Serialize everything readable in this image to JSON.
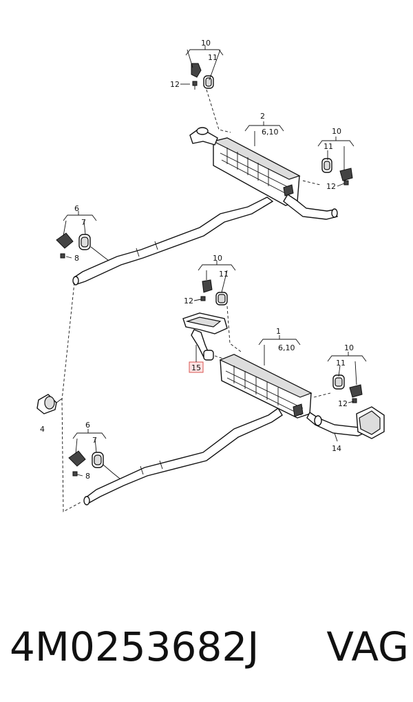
{
  "labels": {
    "l10a": "10",
    "l11a": "11",
    "l12a": "12",
    "l2": "2",
    "l2sub": "6,10",
    "l10b": "10",
    "l11b": "11",
    "l12b": "12",
    "l6a": "6",
    "l7a": "7",
    "l8a": "8",
    "l10c": "10",
    "l11c": "11",
    "l12c": "12",
    "l1": "1",
    "l1sub": "6,10",
    "l15": "15",
    "l10d": "10",
    "l11d": "11",
    "l12d": "12",
    "l4": "4",
    "l6b": "6",
    "l7b": "7",
    "l8b": "8",
    "l14": "14"
  },
  "caption": {
    "part_number": "4M0253682J",
    "brand": "VAG"
  }
}
